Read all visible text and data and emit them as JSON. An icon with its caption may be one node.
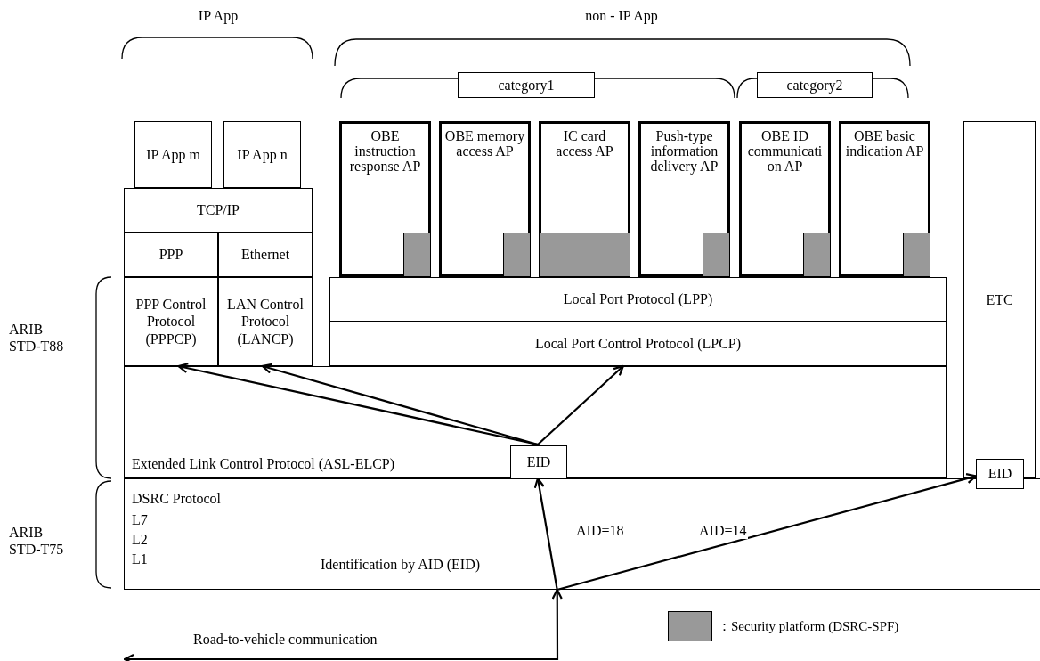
{
  "diagram": {
    "nodes": [
      {
        "text": [
          "category1"
        ]
      },
      {
        "text": [
          "category2"
        ]
      },
      {
        "text": [
          "IP App m"
        ]
      },
      {
        "text": [
          "IP App n"
        ]
      },
      {
        "text": [
          "OBE instruction response AP"
        ]
      },
      {
        "text": [],
        "shape": "box",
        "in": 4
      },
      {
        "text": [
          "OBE memory access AP"
        ]
      },
      {
        "text": [],
        "shape": "box",
        "in": 6
      },
      {
        "text": [
          "IC card access AP"
        ]
      },
      {
        "text": [],
        "shape": "box",
        "in": 8
      },
      {
        "text": [
          "Push-type information delivery AP"
        ]
      },
      {
        "text": [],
        "shape": "box",
        "in": 10
      },
      {
        "text": [
          "OBE ID communication AP"
        ]
      },
      {
        "text": [],
        "shape": "box",
        "in": 12
      },
      {
        "text": [
          "OBE basic indication AP"
        ]
      },
      {
        "text": [],
        "shape": "box",
        "in": 14
      },
      {
        "text": [
          "ETC"
        ]
      },
      {
        "text": [
          "TCP/IP"
        ]
      },
      {
        "text": [
          "PPP"
        ]
      },
      {
        "text": [
          "Ethernet"
        ]
      },
      {
        "text": [
          "PPP Control Protocol (PPPCP)"
        ]
      },
      {
        "text": [
          "LAN Control Protocol (LANCP)"
        ]
      },
      {
        "text": [
          "Local Port Protocol (LPP)"
        ]
      },
      {
        "text": [
          "Local Port Control Protocol (LPCP)"
        ]
      },
      {
        "text": [
          "Extended Link Control Protocol (ASL-ELCP)"
        ]
      },
      {
        "text": [
          "EID"
        ],
        "in": 24
      },
      {
        "text": [
          "EID"
        ]
      },
      {
        "text": [
          "DSRC Protocol",
          "L7",
          "L2",
          "L1",
          "Identification by AID (EID)"
        ]
      }
    ],
    "edges": [
      {
        "from": 25,
        "to": 20,
        "arrow": "to"
      },
      {
        "from": 25,
        "to": 21,
        "arrow": "to"
      },
      {
        "from": 25,
        "to": 23,
        "arrow": "to"
      },
      {
        "from": 27,
        "to": 25,
        "arrow": "to",
        "label": "AID=18"
      },
      {
        "from": 27,
        "to": 26,
        "arrow": "to",
        "label": "AID=14"
      },
      {
        "from": null,
        "to": 27,
        "arrow": "both",
        "label": "Road-to-vehicle communication"
      }
    ],
    "labels": [
      "IP App",
      "non - IP App",
      "ARIB STD-T88",
      "ARIB STD-T75"
    ],
    "legend": [
      {
        "text": "：Security platform (DSRC-SPF)",
        "color": "#999999"
      }
    ]
  }
}
